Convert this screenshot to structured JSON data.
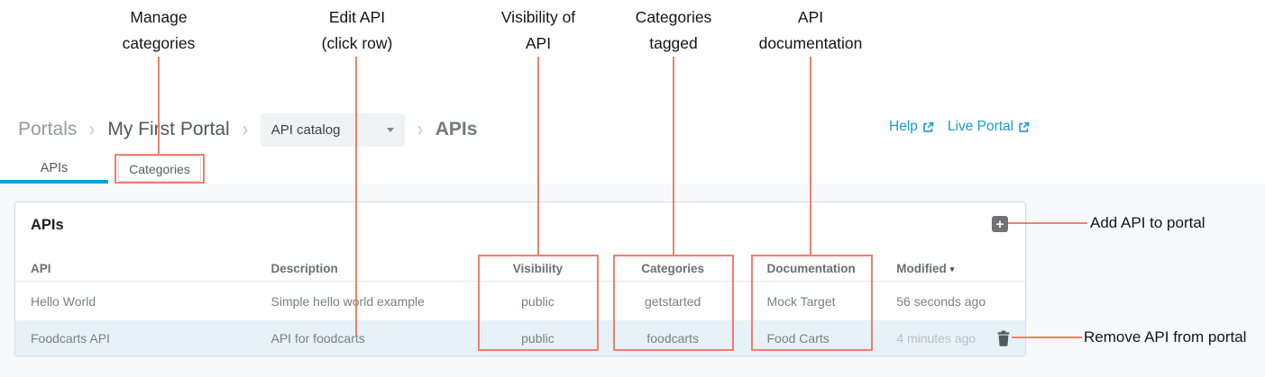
{
  "annotations": {
    "accent_color": "#f2715a",
    "labels": [
      {
        "line1": "Manage",
        "line2": "categories"
      },
      {
        "line1": "Edit API",
        "line2": "(click row)"
      },
      {
        "line1": "Visibility of",
        "line2": "API"
      },
      {
        "line1": "Categories",
        "line2": "tagged"
      },
      {
        "line1": "API",
        "line2": "documentation"
      }
    ],
    "add_api_label": "Add API to portal",
    "remove_api_label": "Remove API from portal"
  },
  "breadcrumb": {
    "portals": "Portals",
    "portal_name": "My First Portal",
    "dropdown_value": "API catalog",
    "current": "APIs"
  },
  "header_links": {
    "help": "Help",
    "live_portal": "Live Portal",
    "link_color": "#1a9ad6"
  },
  "tabs": {
    "apis": "APIs",
    "categories": "Categories",
    "active_underline_color": "#0da1e0"
  },
  "panel": {
    "title": "APIs",
    "columns": {
      "api": "API",
      "description": "Description",
      "visibility": "Visibility",
      "categories": "Categories",
      "documentation": "Documentation",
      "modified": "Modified"
    },
    "rows": [
      {
        "api": "Hello World",
        "description": "Simple hello world example",
        "visibility": "public",
        "categories": "getstarted",
        "documentation": "Mock Target",
        "modified": "56 seconds ago"
      },
      {
        "api": "Foodcarts API",
        "description": "API for foodcarts",
        "visibility": "public",
        "categories": "foodcarts",
        "documentation": "Food Carts",
        "modified": "4 minutes ago",
        "highlighted": true
      }
    ],
    "highlight_color": "#e7f1f8"
  },
  "icons": {
    "plus": "+",
    "sort_desc": "▾",
    "dropdown_caret": "▾",
    "external_link": "↗",
    "trash": "🗑"
  }
}
